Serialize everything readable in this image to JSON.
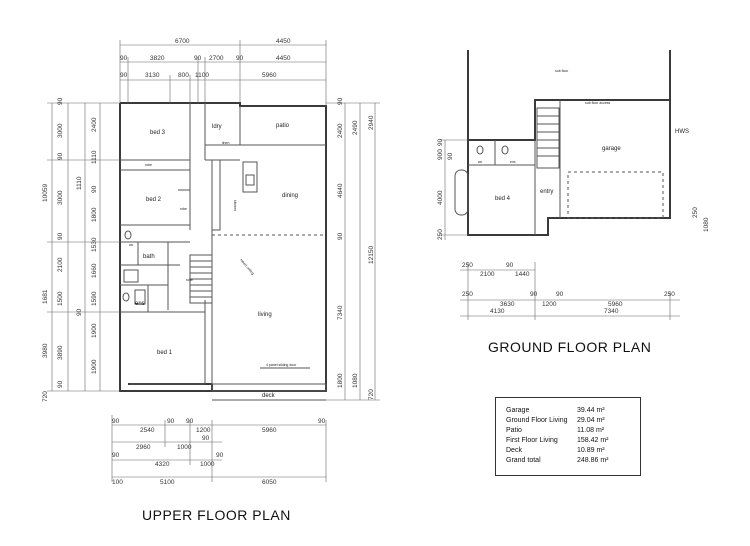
{
  "upper": {
    "title": "UPPER FLOOR PLAN",
    "rooms": {
      "bed3": "bed 3",
      "ldry": "ldry",
      "patio": "patio",
      "robe1": "robe",
      "linen": "linen",
      "bed2": "bed 2",
      "robe2": "robe",
      "kitchen": "kitchen",
      "dining": "dining",
      "wc": "wc",
      "bath": "bath",
      "ens": "ens",
      "robe3": "robe",
      "bed1": "bed 1",
      "living": "living",
      "void": "raked ceiling",
      "deck": "deck",
      "slider": "4 panel sliding door"
    },
    "top_dims": {
      "r1a": "6700",
      "r1b": "4450",
      "r2a": "90",
      "r2b": "3820",
      "r2c": "90",
      "r2d": "2700",
      "r2e": "90",
      "r2f": "4450",
      "r3a": "90",
      "r3b": "3130",
      "r3c": "800",
      "r3d": "1100",
      "r3e": "5960"
    },
    "left_dims": {
      "d1": "90",
      "d2": "3000",
      "d3": "2400",
      "d4": "90",
      "d5": "1110",
      "d6": "10059",
      "d7": "3000",
      "d8": "1110",
      "d9": "90",
      "d10": "1800",
      "d11": "90",
      "d12": "1530",
      "d13": "2100",
      "d14": "1681",
      "d15": "1660",
      "d16": "1590",
      "d17": "1500",
      "d18": "90",
      "d19": "3980",
      "d20": "1900",
      "d21": "3890",
      "d22": "1900",
      "d23": "90",
      "d24": "720"
    },
    "right_dims": {
      "e1": "90",
      "e2": "2400",
      "e3": "2490",
      "e4": "2940",
      "e5": "4640",
      "e6": "12150",
      "e7": "90",
      "e8": "7340",
      "e9": "1800",
      "e10": "1080",
      "e11": "720"
    },
    "bottom_dims": {
      "b1": "90",
      "b2": "2540",
      "b3": "90",
      "b4": "90",
      "b5": "1200",
      "b6": "5960",
      "b7": "90",
      "b8": "2960",
      "b9": "1000",
      "b10": "90",
      "b11": "90",
      "b12": "4320",
      "b13": "1000",
      "b14": "90",
      "b15": "100",
      "b16": "5100",
      "b17": "6050"
    }
  },
  "ground": {
    "title": "GROUND FLOOR PLAN",
    "rooms": {
      "subfloor": "sub floor",
      "access": "sub floor access",
      "garage": "garage",
      "hws": "HWS",
      "bed4": "bed 4",
      "entry": "entry",
      "wc": "wc",
      "ens": "ens"
    },
    "dims": {
      "g1": "90",
      "g2": "900",
      "g3": "90",
      "g4": "4000",
      "g5": "250",
      "g6": "250",
      "g7": "1080",
      "h1": "250",
      "h2": "2100",
      "h3": "90",
      "h4": "1440",
      "h5": "250",
      "h6": "3630",
      "h7": "90",
      "h8": "1200",
      "h9": "90",
      "h10": "5960",
      "h11": "250",
      "h12": "4130",
      "h13": "7340"
    }
  },
  "areas": [
    {
      "label": "Garage",
      "value": "39.44 m²"
    },
    {
      "label": "Ground Floor Living",
      "value": "29.04 m²"
    },
    {
      "label": "Patio",
      "value": "11.08 m²"
    },
    {
      "label": "First Floor Living",
      "value": "158.42 m²"
    },
    {
      "label": "Deck",
      "value": "10.89 m²"
    },
    {
      "label": "Grand total",
      "value": "248.86 m²"
    }
  ]
}
